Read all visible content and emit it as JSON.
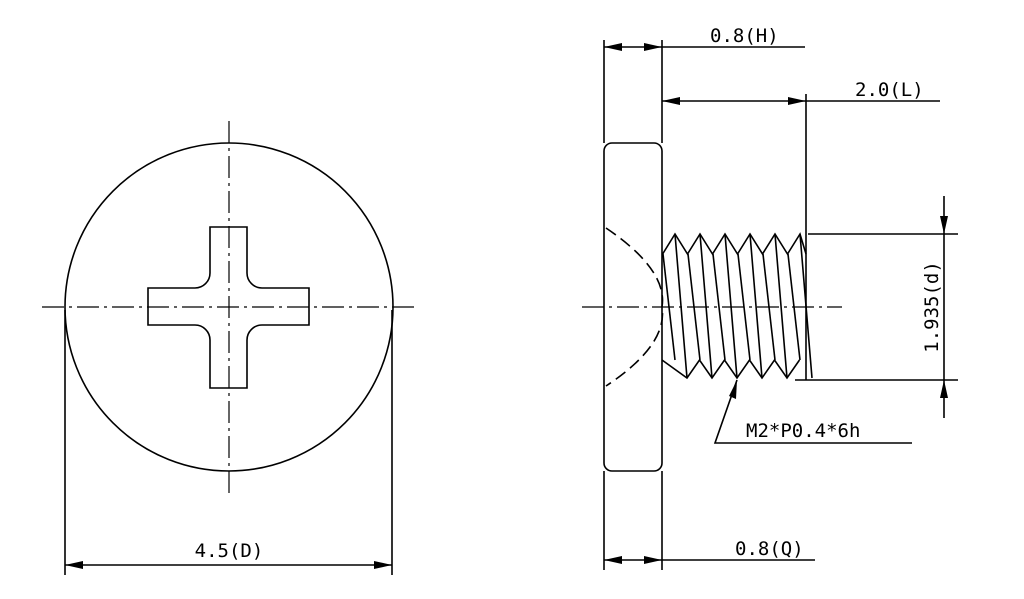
{
  "drawing": {
    "front_view": {
      "diameter_label": "4.5(D)"
    },
    "side_view": {
      "head_height_label": "0.8(H)",
      "length_label": "2.0(L)",
      "thread_diameter_label": "1.935(d)",
      "thread_spec_label": "M2*P0.4*6h",
      "q_label": "0.8(Q)"
    }
  }
}
